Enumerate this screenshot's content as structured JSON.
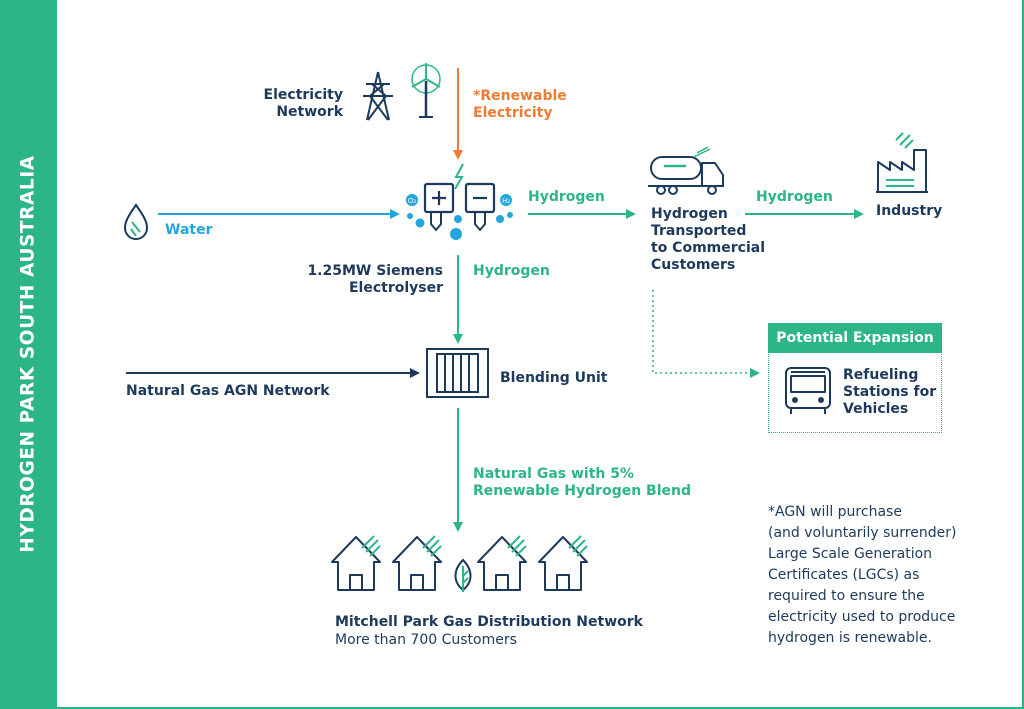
{
  "sidebar": {
    "title": "HYDROGEN PARK SOUTH AUSTRALIA"
  },
  "nodes": {
    "electricity_network": [
      "Electricity",
      "Network"
    ],
    "renewable_electricity": [
      "*Renewable",
      "Electricity"
    ],
    "water": "Water",
    "electrolyser": [
      "1.25MW Siemens",
      "Electrolyser"
    ],
    "hydrogen_transported": [
      "Hydrogen",
      "Transported",
      "to Commercial",
      "Customers"
    ],
    "industry": "Industry",
    "natural_gas_network": "Natural Gas AGN Network",
    "blending_unit": "Blending Unit",
    "blend": [
      "Natural Gas with 5%",
      "Renewable Hydrogen Blend"
    ],
    "distribution_network": "Mitchell Park Gas Distribution Network",
    "customers": "More than 700 Customers"
  },
  "flows": {
    "hydrogen_right": "Hydrogen",
    "hydrogen_industry": "Hydrogen",
    "hydrogen_down": "Hydrogen"
  },
  "expansion": {
    "header": "Potential Expansion",
    "label": [
      "Refueling",
      "Stations for",
      "Vehicles"
    ]
  },
  "footnote": [
    "*AGN will purchase",
    "(and voluntarily surrender)",
    "Large Scale Generation",
    "Certificates (LGCs) as",
    "required to ensure the",
    "electricity used to produce",
    "hydrogen is renewable."
  ],
  "icons": [
    "pylon-icon",
    "wind-turbine-icon",
    "water-drop-icon",
    "electrolyser-icon",
    "tanker-truck-icon",
    "factory-icon",
    "blending-unit-icon",
    "bus-icon",
    "house-icon",
    "leaf-icon"
  ],
  "colors": {
    "green": "#2db58a",
    "navy": "#1d3a5c",
    "blue": "#22a7dc",
    "orange": "#f07b32"
  }
}
